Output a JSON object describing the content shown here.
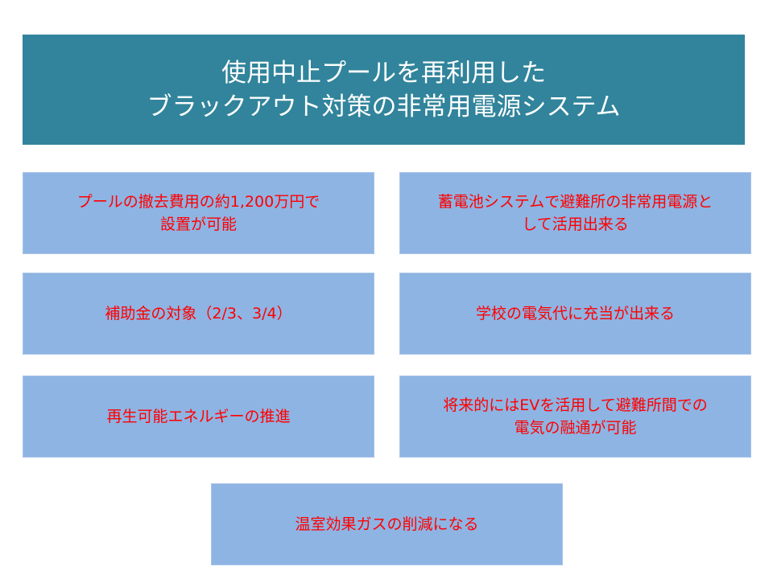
{
  "title": {
    "line1": "使用中止プールを再利用した",
    "line2": "ブラックアウト対策の非常用電源システム"
  },
  "boxes": [
    {
      "lines": [
        "プールの撤去費用の約1,200万円で",
        "設置が可能"
      ]
    },
    {
      "lines": [
        "蓄電池システムで避難所の非常用電源と",
        "して活用出来る"
      ]
    },
    {
      "lines": [
        "補助金の対象（2/3、3/4）"
      ]
    },
    {
      "lines": [
        "学校の電気代に充当が出来る"
      ]
    },
    {
      "lines": [
        "再生可能エネルギーの推進"
      ]
    },
    {
      "lines": [
        "将来的にはEVを活用して避難所間での",
        "電気の融通が可能"
      ]
    },
    {
      "lines": [
        "温室効果ガスの削減になる"
      ]
    }
  ],
  "colors": {
    "title_bg": "#31849b",
    "title_text": "#ffffff",
    "box_bg": "#8eb4e3",
    "box_text": "#ff0000"
  }
}
